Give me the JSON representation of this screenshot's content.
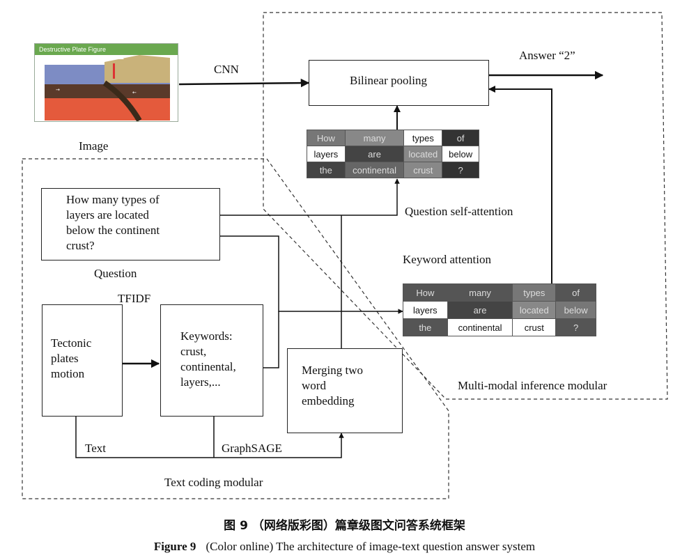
{
  "image_card": {
    "title": "Destructive Plate Figure",
    "caption": "Image"
  },
  "labels": {
    "cnn": "CNN",
    "answer": "Answer “2”",
    "question_self_attention": "Question self-attention",
    "keyword_attention": "Keyword attention",
    "question": "Question",
    "tfidf": "TFIDF",
    "text": "Text",
    "graphsage": "GraphSAGE",
    "text_coding_modular": "Text coding modular",
    "multimodal_modular": "Multi-modal inference modular"
  },
  "boxes": {
    "bilinear": "Bilinear pooling",
    "question": "How many types of\nlayers are located\nbelow the continent\ncrust?",
    "tectonic": "Tectonic\nplates\nmotion",
    "keywords": "Keywords:\ncrust,\ncontinental,\nlayers,...",
    "merging": "Merging two\nword\nembedding"
  },
  "self_attention_table": [
    [
      "How",
      "many",
      "types",
      "of"
    ],
    [
      "layers",
      "are",
      "located",
      "below"
    ],
    [
      "the",
      "continental",
      "crust",
      "?"
    ]
  ],
  "keyword_attention_table": [
    [
      "How",
      "many",
      "types",
      "of"
    ],
    [
      "layers",
      "are",
      "located",
      "below"
    ],
    [
      "the",
      "continental",
      "crust",
      "?"
    ]
  ],
  "shades": {
    "self_attention": [
      [
        "#777777",
        "#888888",
        "#ffffff",
        "#333333"
      ],
      [
        "#ffffff",
        "#444444",
        "#888888",
        "#ffffff"
      ],
      [
        "#444444",
        "#666666",
        "#888888",
        "#333333"
      ]
    ],
    "keyword_attention": [
      [
        "#555555",
        "#555555",
        "#777777",
        "#555555"
      ],
      [
        "#ffffff",
        "#444444",
        "#888888",
        "#777777"
      ],
      [
        "#555555",
        "#ffffff",
        "#ffffff",
        "#555555"
      ]
    ]
  },
  "caption": {
    "cn": "图 9 （网络版彩图）篇章级图文问答系统框架",
    "en_label": "Figure 9",
    "en_text": "(Color online) The architecture of image-text question answer system"
  }
}
